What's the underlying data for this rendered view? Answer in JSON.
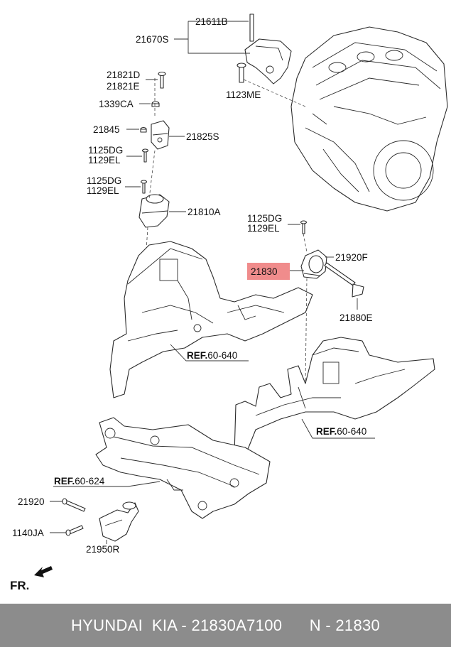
{
  "labels": {
    "p21611B": "21611B",
    "p21670S": "21670S",
    "p21821D": "21821D",
    "p21821E": "21821E",
    "p1123ME": "1123ME",
    "p1339CA": "1339CA",
    "p21845": "21845",
    "p21825S": "21825S",
    "p1125DG_a": "1125DG",
    "p1129EL_a": "1129EL",
    "p1125DG_b": "1125DG",
    "p1129EL_b": "1129EL",
    "p21810A": "21810A",
    "p1125DG_c": "1125DG",
    "p1129EL_c": "1129EL",
    "p21920F": "21920F",
    "p21830": "21830",
    "p21880E": "21880E",
    "ref_a_prefix": "REF.",
    "ref_a_num": "60-640",
    "ref_b_prefix": "REF.",
    "ref_b_num": "60-640",
    "ref_c_prefix": "REF.",
    "ref_c_num": "60-624",
    "p21920": "21920",
    "p1140JA": "1140JA",
    "p21950R": "21950R",
    "front": "FR."
  },
  "footer": {
    "text": "HYUNDAI  KIA - 21830A7100      N - 21830"
  },
  "colors": {
    "highlight": "#f08c8c",
    "footer_bg": "#8c8c8c",
    "footer_text": "#ffffff"
  }
}
